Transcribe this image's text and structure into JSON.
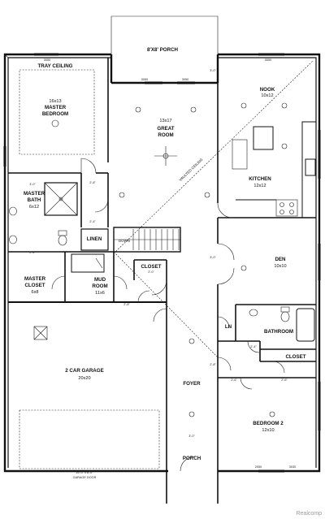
{
  "rooms": {
    "tray_ceiling": "TRAY CEILING",
    "porch_top": "8'X8' PORCH",
    "master_bedroom": {
      "dims": "16x13",
      "name1": "MASTER",
      "name2": "BEDROOM"
    },
    "great_room": {
      "dims": "13x17",
      "name1": "GREAT",
      "name2": "ROOM"
    },
    "nook": {
      "name": "NOOK",
      "dims": "10x12"
    },
    "kitchen": {
      "name": "KITCHEN",
      "dims": "12x12"
    },
    "vaulted_ceiling": "VAULTED CEILING",
    "master_bath": {
      "name1": "MASTER",
      "name2": "BATH",
      "dims": "6x12"
    },
    "linen": "LINEN",
    "down": "DOWN",
    "master_closet": {
      "name1": "MASTER",
      "name2": "CLOSET",
      "dims": "6x8"
    },
    "mud_room": {
      "name1": "MUD",
      "name2": "ROOM",
      "dims": "11x6"
    },
    "closet_mid": "CLOSET",
    "den": {
      "name": "DEN",
      "dims": "10x10"
    },
    "ln": "LN",
    "bathroom": "BATHROOM",
    "closet_right": "CLOSET",
    "garage": {
      "name": "2 CAR GARAGE",
      "dims": "20x20"
    },
    "foyer": "FOYER",
    "bedroom2": {
      "name": "BEDROOM 2",
      "dims": "12x10"
    },
    "porch_bottom": "PORCH",
    "garage_door": {
      "size": "16'-0\" x 8'-0\"",
      "label": "GARAGE DOOR"
    }
  },
  "dimensions": {
    "d30": "3'-0\"",
    "d28": "2'-8\"",
    "d26": "2'-6\"",
    "d24": "2'-4\"",
    "d20": "2'-0\"",
    "win3050": "3050",
    "win2050": "2050",
    "win3030": "3030"
  },
  "watermark": "Realcomp"
}
